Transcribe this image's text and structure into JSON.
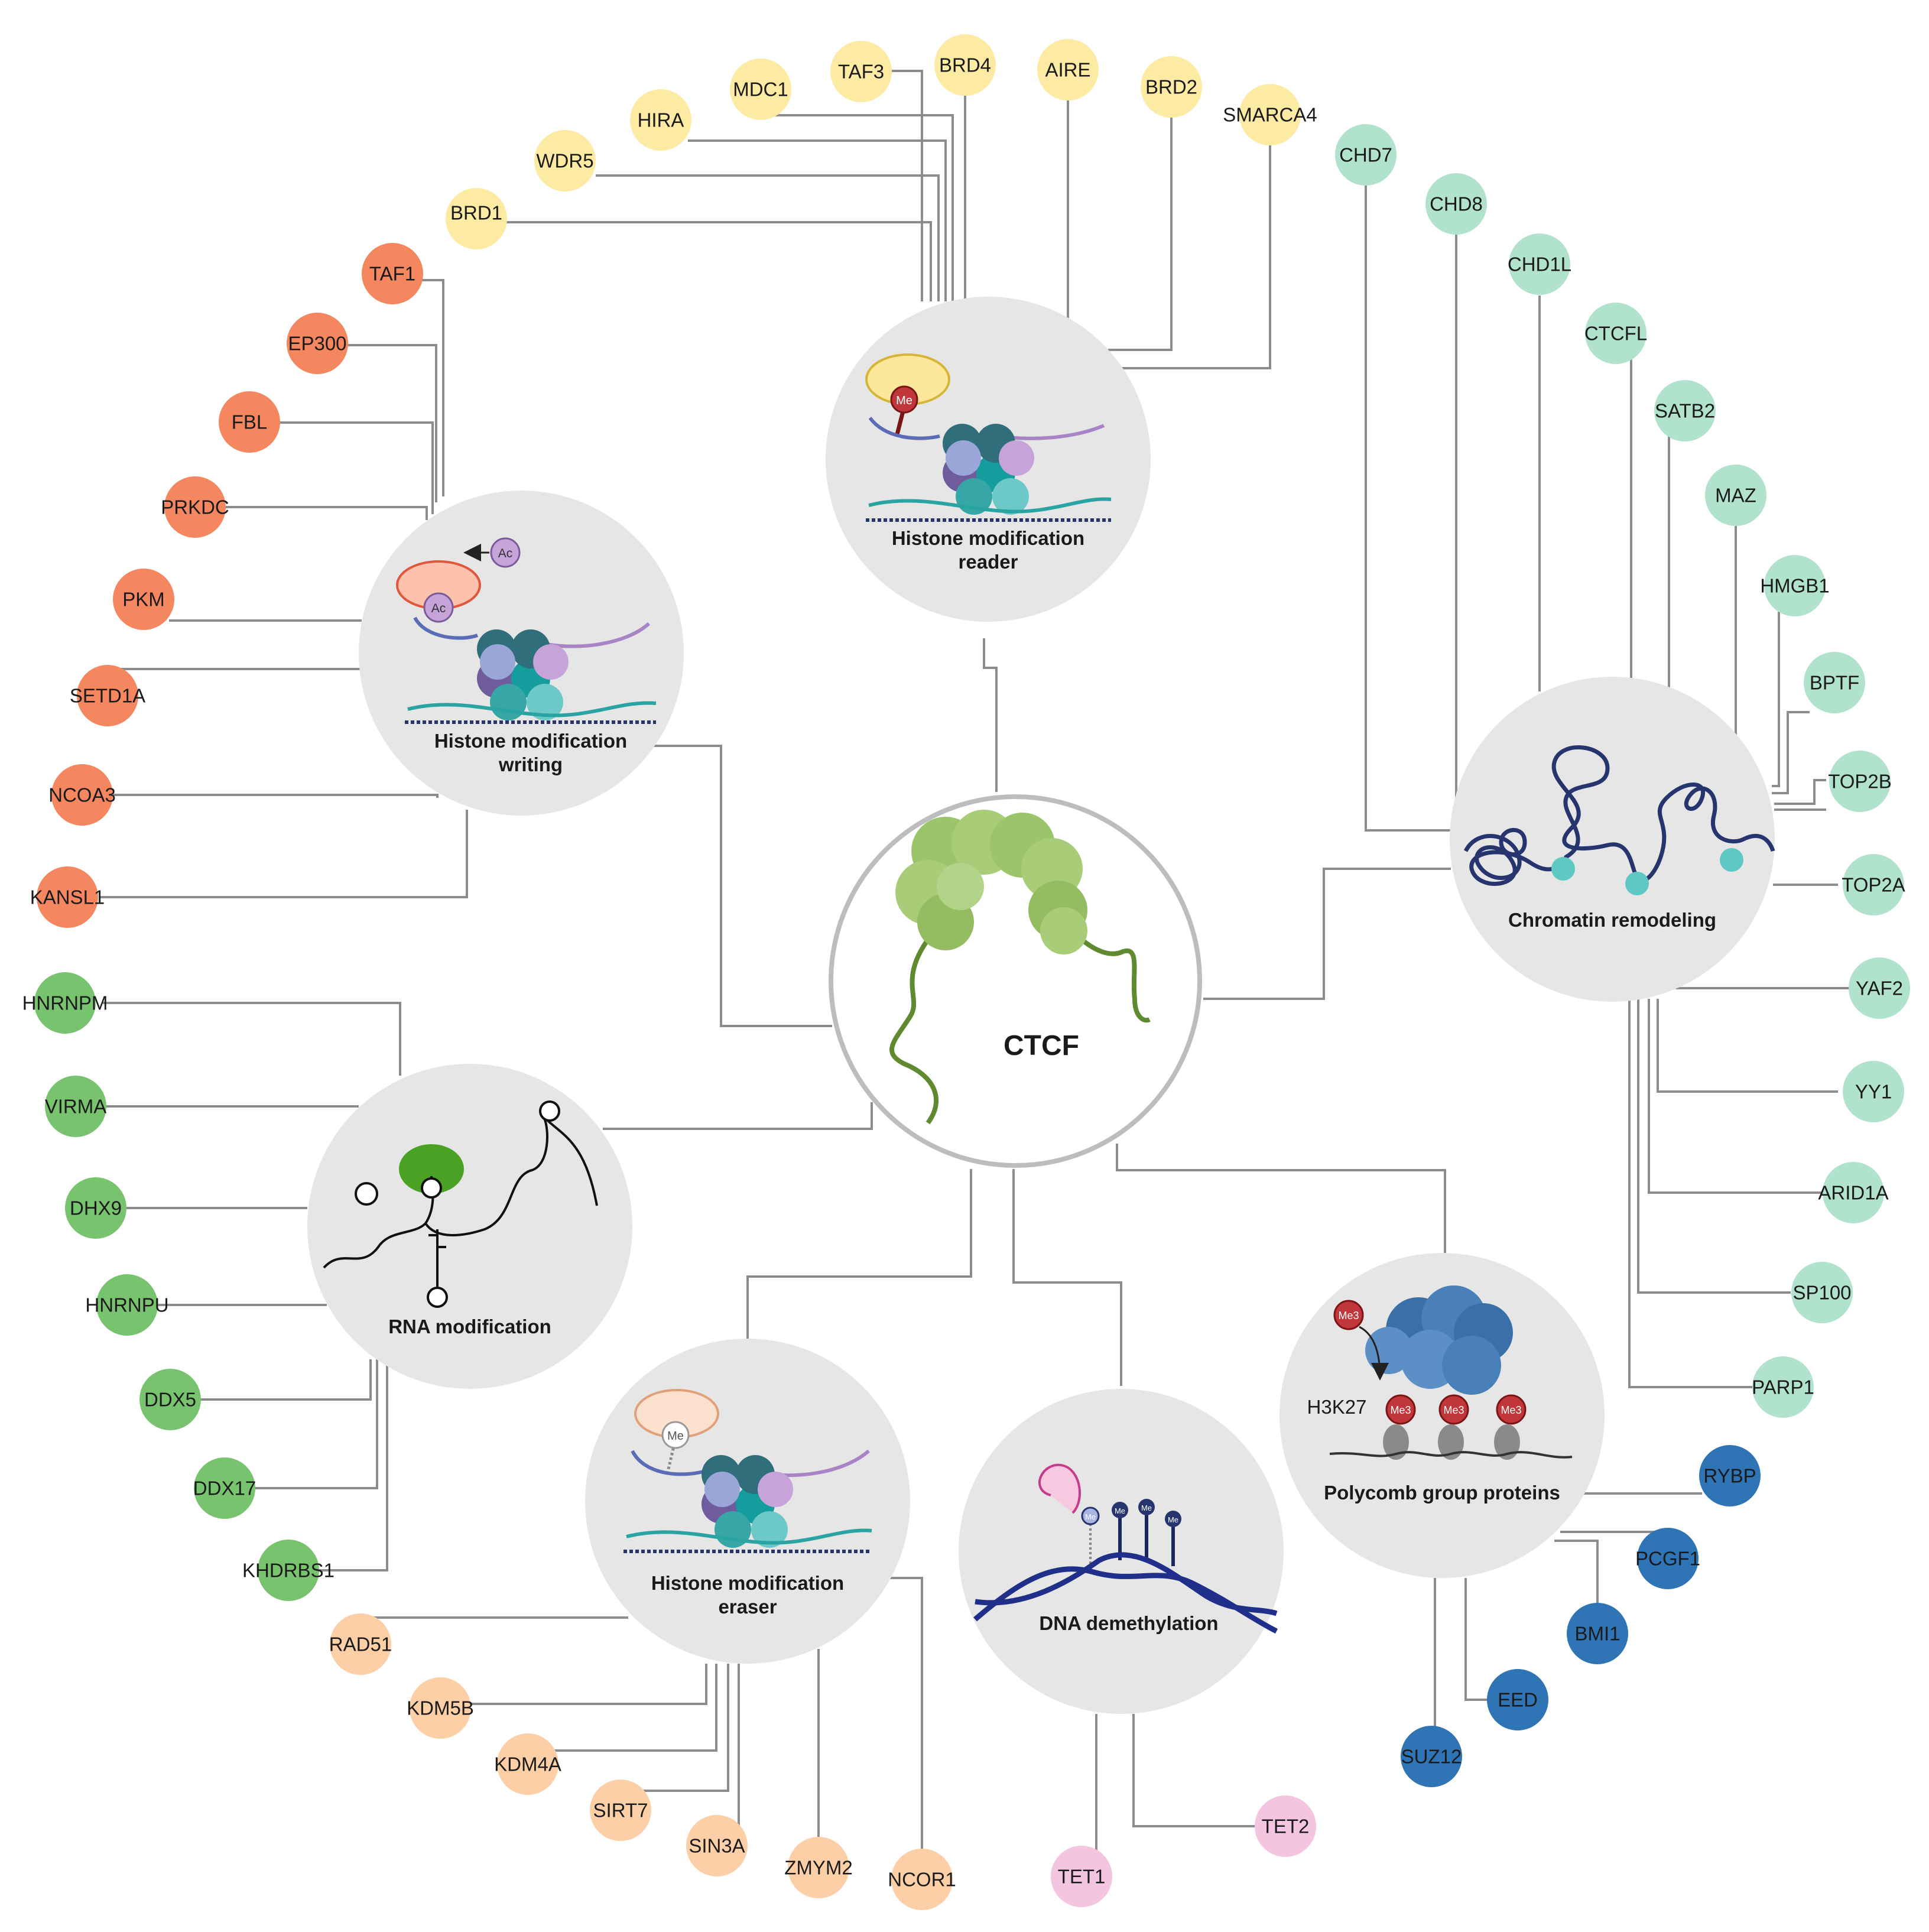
{
  "center": {
    "label": "CTCF"
  },
  "colors": {
    "hub_fill": "#e6e6e6",
    "line": "#8c8c8c",
    "histone_modification_reader": "#fdeaa3",
    "histone_modification_writing": "#f4875f",
    "chromatin_remodeling": "#b0e2cd",
    "rna_modification": "#78c36e",
    "histone_modification_eraser": "#fdcfa7",
    "dna_demethylation": "#f3c5e0",
    "polycomb_group_proteins": "#2f74b4"
  },
  "groups": [
    {
      "id": "reader",
      "title_line1": "Histone modification",
      "title_line2": "reader",
      "color_key": "histone_modification_reader",
      "members": [
        "BRD1",
        "WDR5",
        "HIRA",
        "MDC1",
        "TAF3",
        "BRD4",
        "AIRE",
        "BRD2",
        "SMARCA4"
      ]
    },
    {
      "id": "writing",
      "title_line1": "Histone modification",
      "title_line2": "writing",
      "color_key": "histone_modification_writing",
      "members": [
        "TAF1",
        "EP300",
        "FBL",
        "PRKDC",
        "PKM",
        "SETD1A",
        "NCOA3",
        "KANSL1"
      ]
    },
    {
      "id": "remodeling",
      "title_line1": "Chromatin remodeling",
      "title_line2": "",
      "color_key": "chromatin_remodeling",
      "members": [
        "CHD7",
        "CHD8",
        "CHD1L",
        "CTCFL",
        "SATB2",
        "MAZ",
        "HMGB1",
        "BPTF",
        "TOP2B",
        "TOP2A",
        "YAF2",
        "YY1",
        "ARID1A",
        "SP100",
        "PARP1"
      ]
    },
    {
      "id": "rna",
      "title_line1": "RNA modification",
      "title_line2": "",
      "color_key": "rna_modification",
      "members": [
        "HNRNPM",
        "VIRMA",
        "DHX9",
        "HNRNPU",
        "DDX5",
        "DDX17",
        "KHDRBS1"
      ]
    },
    {
      "id": "eraser",
      "title_line1": "Histone modification",
      "title_line2": "eraser",
      "color_key": "histone_modification_eraser",
      "members": [
        "RAD51",
        "KDM5B",
        "KDM4A",
        "SIRT7",
        "SIN3A",
        "ZMYM2",
        "NCOR1"
      ]
    },
    {
      "id": "dna",
      "title_line1": "DNA demethylation",
      "title_line2": "",
      "color_key": "dna_demethylation",
      "members": [
        "TET1",
        "TET2"
      ]
    },
    {
      "id": "polycomb",
      "title_line1": "Polycomb group proteins",
      "title_line2": "",
      "color_key": "polycomb_group_proteins",
      "members": [
        "RYBP",
        "PCGF1",
        "BMI1",
        "EED",
        "SUZ12"
      ]
    }
  ],
  "icons": {
    "reader": {
      "mark": "Me"
    },
    "writing": {
      "mark": "Ac",
      "released_mark": "Ac"
    },
    "eraser": {
      "mark": "Me"
    },
    "dna": {
      "mark": "Me"
    },
    "polycomb": {
      "mark": "Me3",
      "target": "H3K27"
    }
  }
}
